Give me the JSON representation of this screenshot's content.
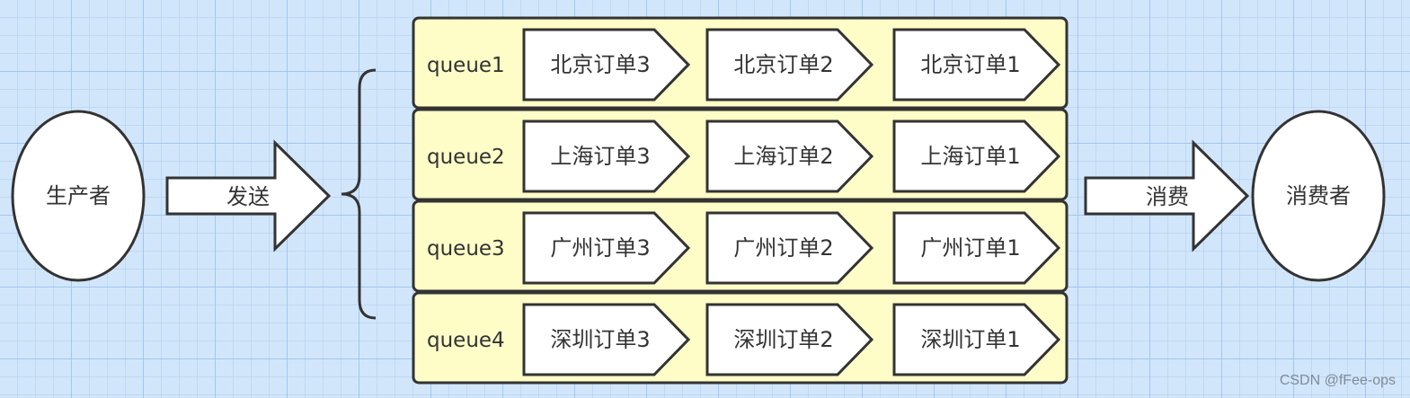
{
  "producer": {
    "label": "生产者"
  },
  "send_arrow": {
    "label": "发送"
  },
  "consume_arrow": {
    "label": "消费"
  },
  "consumer": {
    "label": "消费者"
  },
  "queues": [
    {
      "name": "queue1",
      "orders": [
        "北京订单3",
        "北京订单2",
        "北京订单1"
      ]
    },
    {
      "name": "queue2",
      "orders": [
        "上海订单3",
        "上海订单2",
        "上海订单1"
      ]
    },
    {
      "name": "queue3",
      "orders": [
        "广州订单3",
        "广州订单2",
        "广州订单1"
      ]
    },
    {
      "name": "queue4",
      "orders": [
        "深圳订单3",
        "深圳订单2",
        "深圳订单1"
      ]
    }
  ],
  "watermark": "CSDN @fFee-ops",
  "colors": {
    "queue_fill": "#fefdc8",
    "stroke": "#333333",
    "shape_fill": "#ffffff"
  }
}
